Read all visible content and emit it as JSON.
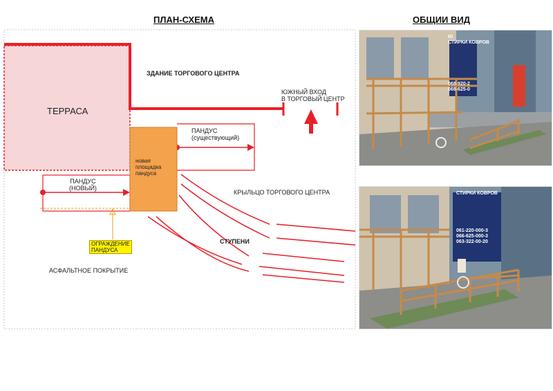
{
  "headings": {
    "plan": "ПЛАН-СХЕМА",
    "overview": "ОБЩИИ ВИД"
  },
  "plan": {
    "terrace": "ТЕРРАСА",
    "mall_building": "ЗДАНИЕ ТОРГОВОГО ЦЕНТРА",
    "south_entrance": [
      "ЮЖНЫЙ ВХОД",
      "В ТОРГОВЫЙ ЦЕНТР"
    ],
    "ramp_existing": [
      "ПАНДУС",
      "(существующий)"
    ],
    "ramp_new": [
      "ПАНДУС",
      "(НОВЫЙ)"
    ],
    "new_platform": [
      "новая",
      "площадка",
      "пандуса"
    ],
    "porch": "КРЫЛЬЦО ТОРГОВОГО ЦЕНТРА",
    "steps": "СТУПЕНИ",
    "fence_tag": [
      "ОГРАЖДЕНИЕ",
      "ПАНДУСА"
    ],
    "asphalt": "АСФАЛЬТНОЕ ПОКРЫТИЕ"
  },
  "photos": {
    "top_sign": [
      "Ю",
      "СТИРКИ КОВРОВ"
    ],
    "top_sign_phones": [
      "068-920-2",
      "068-625-0"
    ],
    "bottom_sign": [
      "СТИРКИ КОВРОВ"
    ],
    "bottom_sign_phones": [
      "061-220-000-3",
      "066-625-000-3",
      "063-322-00-20"
    ]
  },
  "colors": {
    "red": "#e8202a",
    "terrace_fill": "#f6d6d6",
    "platform_fill": "#f4a24c",
    "fence_tag_fill": "#fff200",
    "wood": "#c68a4a",
    "ramp_surface": "#6d8a57"
  }
}
